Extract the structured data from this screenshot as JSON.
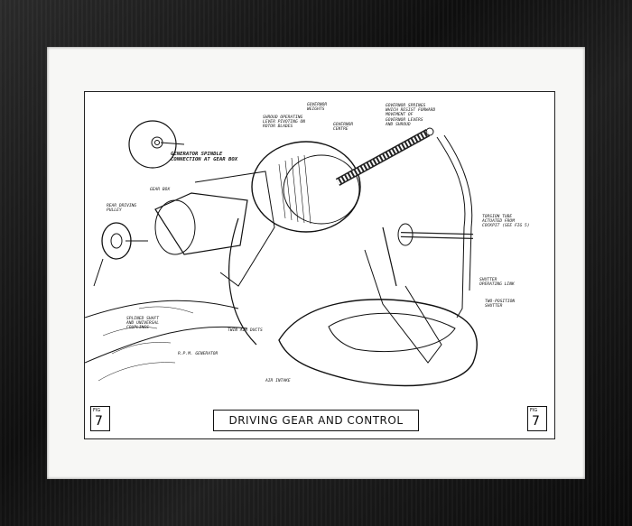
{
  "frame_color": "#141414",
  "mat_color": "#f7f7f5",
  "title": "DRIVING GEAR AND CONTROL",
  "fig_left": {
    "label": "FIG",
    "num": "7"
  },
  "fig_right": {
    "label": "FIG",
    "num": "7"
  },
  "labels": {
    "generator_spindle": "GENERATOR SPINDLE\nCONNECTION AT GEAR BOX",
    "shroud_lever": "SHROUD OPERATING\nLEVER PIVOTING ON\nROTOR BLADES",
    "governor_weights": "GOVERNOR\nWEIGHTS",
    "governor_centre": "GOVERNOR\nCENTRE",
    "governor_springs": "GOVERNOR SPRINGS\nWHICH RESIST FORWARD\nMOVEMENT OF\nGOVERNOR LEVERS\nAND SHROUD",
    "gear_box": "GEAR BOX",
    "rear_pulley": "REAR DRIVING\nPULLEY",
    "torsion_tube": "TORSION TUBE\nACTUATED FROM\nCOCKPIT (SEE FIG 5)",
    "shutter_link": "SHUTTER\nOPERATING LINK",
    "two_position": "TWO-POSITION\nSHUTTER",
    "splined_shaft": "SPLINED SHAFT\nAND UNIVERSAL\nCOUPLINGS",
    "twin_air_ducts": "TWIN AIR DUCTS",
    "rpm_generator": "R.P.M. GENERATOR",
    "air_intake": "AIR INTAKE"
  }
}
